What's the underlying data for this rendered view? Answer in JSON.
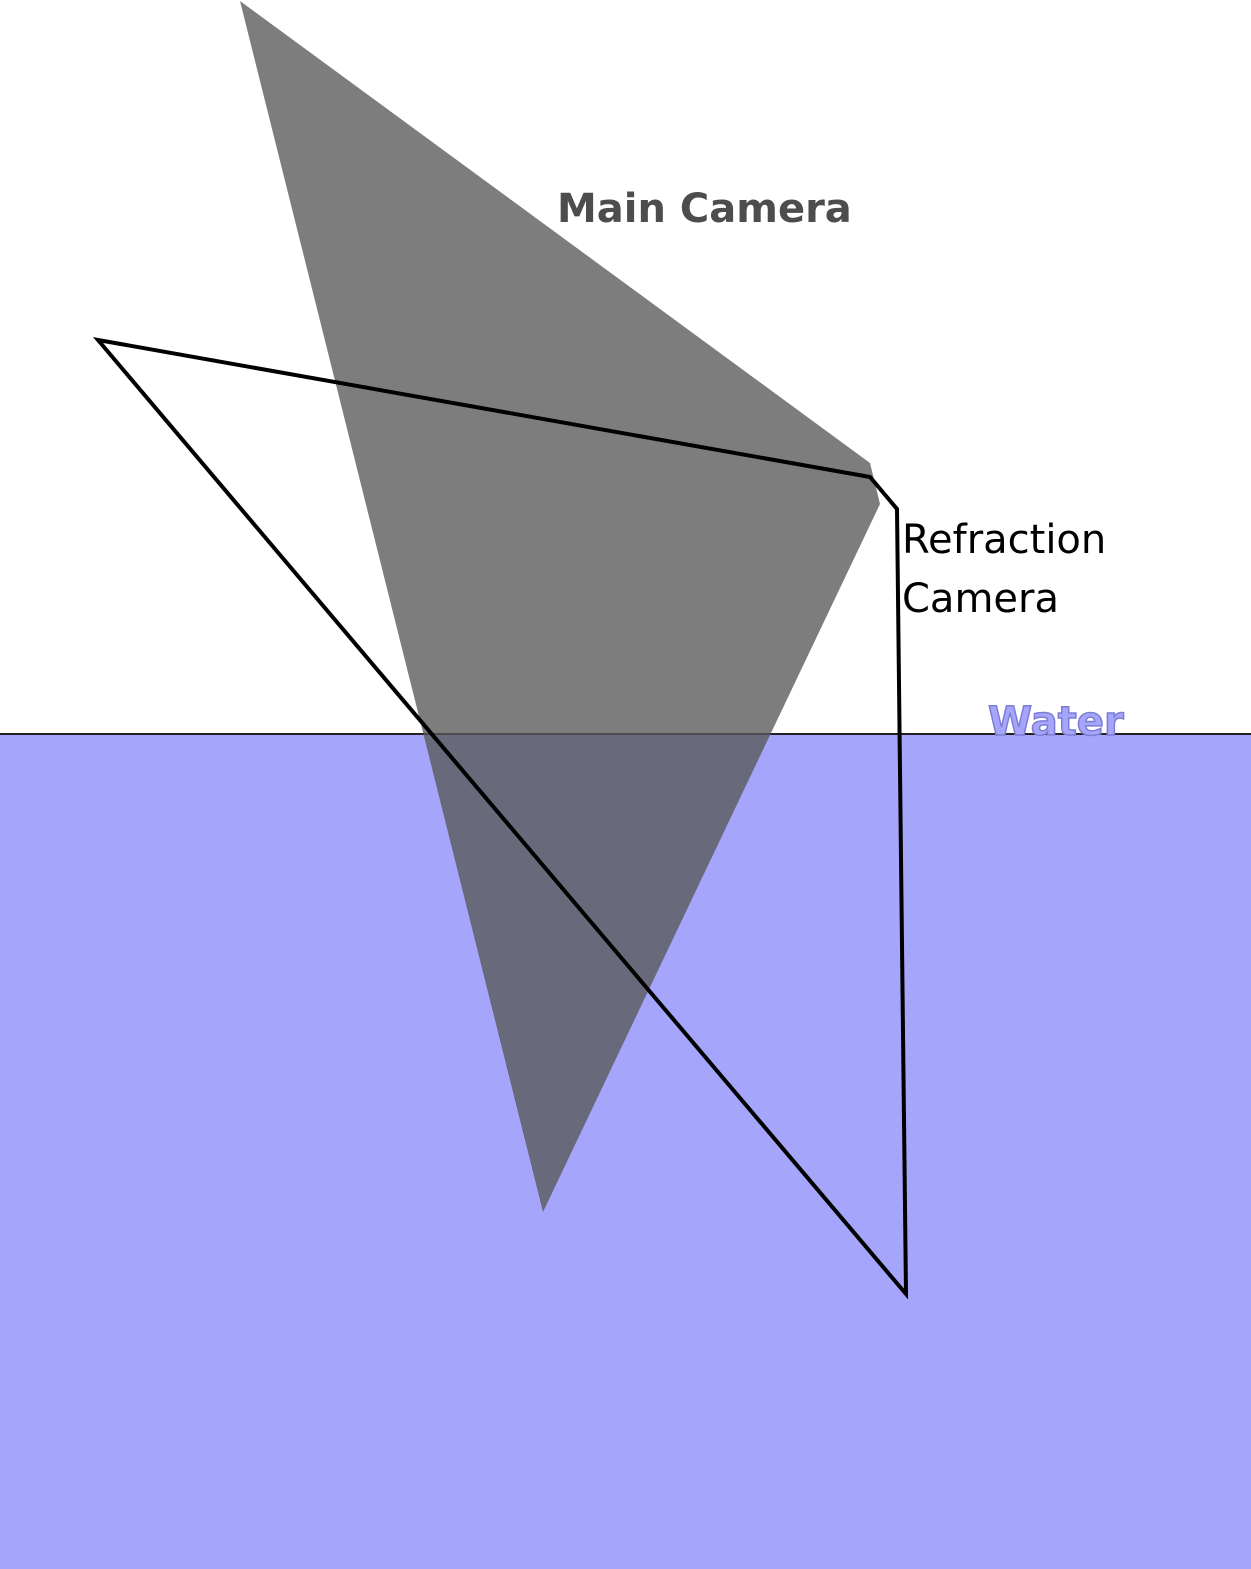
{
  "labels": {
    "main_camera": "Main Camera",
    "refraction_camera_line1": "Refraction",
    "refraction_camera_line2": "Camera",
    "water": "Water"
  },
  "colors": {
    "background": "#ffffff",
    "water_fill": "#a5a5fb",
    "water_line": "#222222",
    "main_camera_fill": "#595959",
    "main_camera_text": "#4d4d4d",
    "refraction_camera_stroke": "#000000",
    "refraction_camera_text": "#000000",
    "water_text_fill": "#a5a5fb",
    "water_text_stroke": "#7d7dd6"
  }
}
